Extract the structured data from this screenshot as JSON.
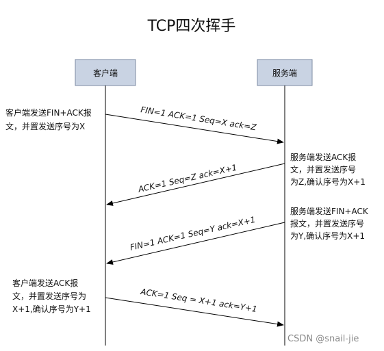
{
  "title": "TCP四次挥手",
  "participants": {
    "client": "客户端",
    "server": "服务端"
  },
  "messages": [
    "FIN=1 ACK=1  Seq=X  ack=Z",
    "ACK=1 Seq=Z ack=X+1",
    "FIN=1 ACK=1  Seq=Y  ack=X+1",
    "ACK=1 Seq = X+1 ack=Y+1"
  ],
  "notes": {
    "step1": [
      "客户端发送FIN+ACK报",
      "文，并置发送序号为X"
    ],
    "step2": [
      "服务端发送ACK报",
      "文，并置发送序号",
      "为Z,确认序号为X+1"
    ],
    "step3": [
      "服务端发送FIN+ACK",
      "报文，并置发送序号",
      "为Y,确认序号为X+1"
    ],
    "step4": [
      "客户端发送ACK报",
      "文，并置发送序号为",
      "X+1,确认序号为Y+1"
    ]
  },
  "watermark": "CSDN @snail-jie",
  "colors": {
    "lifeline_box_fill": "#c9d3e3",
    "lifeline_box_border": "#7d8ba3",
    "line": "#000000"
  }
}
